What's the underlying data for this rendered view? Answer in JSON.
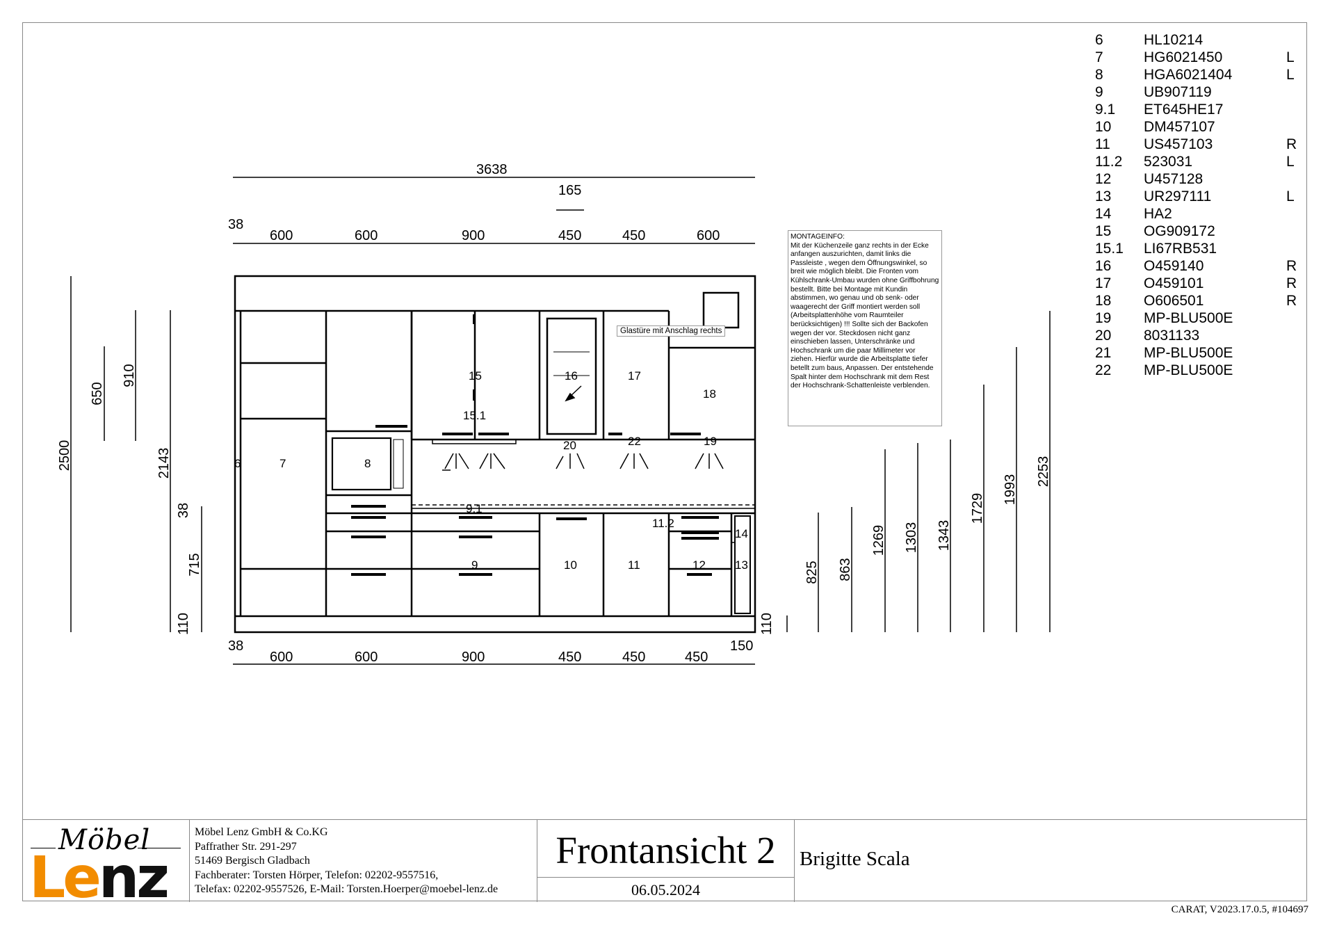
{
  "drawing": {
    "overall_width": "3638",
    "gap_dim": "165",
    "top_widths": [
      "38",
      "600",
      "600",
      "900",
      "450",
      "450",
      "600"
    ],
    "bottom_widths": [
      "38",
      "600",
      "600",
      "900",
      "450",
      "450",
      "450",
      "150"
    ],
    "left_heights": [
      "2500",
      "650",
      "910",
      "2143",
      "38",
      "715",
      "110"
    ],
    "right_heights": [
      "110",
      "825",
      "863",
      "1269",
      "1303",
      "1343",
      "1729",
      "1993",
      "2253"
    ],
    "item_labels": [
      "6",
      "7",
      "8",
      "9",
      "9.1",
      "10",
      "11",
      "11.2",
      "12",
      "13",
      "14",
      "15",
      "15.1",
      "16",
      "17",
      "18",
      "19",
      "20",
      "22"
    ]
  },
  "parts": [
    {
      "num": "6",
      "code": "HL10214",
      "side": ""
    },
    {
      "num": "7",
      "code": "HG6021450",
      "side": "L"
    },
    {
      "num": "8",
      "code": "HGA6021404",
      "side": "L"
    },
    {
      "num": "9",
      "code": "UB907119",
      "side": ""
    },
    {
      "num": "9.1",
      "code": "ET645HE17",
      "side": ""
    },
    {
      "num": "10",
      "code": "DM457107",
      "side": ""
    },
    {
      "num": "11",
      "code": "US457103",
      "side": "R"
    },
    {
      "num": "11.2",
      "code": "523031",
      "side": "L"
    },
    {
      "num": "12",
      "code": "U457128",
      "side": ""
    },
    {
      "num": "13",
      "code": "UR297111",
      "side": "L"
    },
    {
      "num": "14",
      "code": "HA2",
      "side": ""
    },
    {
      "num": "15",
      "code": "OG909172",
      "side": ""
    },
    {
      "num": "15.1",
      "code": "LI67RB531",
      "side": ""
    },
    {
      "num": "16",
      "code": "O459140",
      "side": "R"
    },
    {
      "num": "17",
      "code": "O459101",
      "side": "R"
    },
    {
      "num": "18",
      "code": "O606501",
      "side": "R"
    },
    {
      "num": "19",
      "code": "MP-BLU500E",
      "side": ""
    },
    {
      "num": "20",
      "code": "8031133",
      "side": ""
    },
    {
      "num": "21",
      "code": "MP-BLU500E",
      "side": ""
    },
    {
      "num": "22",
      "code": "MP-BLU500E",
      "side": ""
    }
  ],
  "note": {
    "title": "MONTAGEINFO:",
    "text": "Mit der Küchenzeile ganz rechts in der Ecke anfangen auszurichten, damit links die Passleiste , wegen dem Öffnungswinkel, so breit wie möglich bleibt. Die Fronten vom Kühlschrank-Umbau wurden ohne Griffbohrung bestellt. Bitte bei Montage mit Kundin abstimmen, wo genau und ob senk- oder waagerecht der Griff montiert werden soll (Arbeitsplattenhöhe vom Raumteiler berücksichtigen) !!! Sollte sich der Backofen wegen der vor. Steckdosen nicht ganz einschieben lassen, Unterschränke und Hochschrank um die paar Millimeter vor ziehen. Hierfür wurde die Arbeitsplatte tiefer betellt zum baus, Anpassen. Der entstehende Spalt hinter dem Hochschrank mit dem Rest der Hochschrank-Schattenleiste verblenden."
  },
  "glass_label": "Glastüre mit Anschlag rechts",
  "logo": {
    "top": "Möbel",
    "main_orange": "Le",
    "main_dark": "nz"
  },
  "company": {
    "name": "Möbel Lenz GmbH & Co.KG",
    "street": "Paffrather Str. 291-297",
    "city": "51469 Bergisch Gladbach",
    "advisor": "Fachberater: Torsten Hörper, Telefon: 02202-9557516,",
    "fax_mail": "Telefax: 02202-9557526, E-Mail: Torsten.Hoerper@moebel-lenz.de"
  },
  "title": "Frontansicht 2",
  "date": "06.05.2024",
  "customer": "Brigitte Scala",
  "version": "CARAT,  V2023.17.0.5,  #104697"
}
